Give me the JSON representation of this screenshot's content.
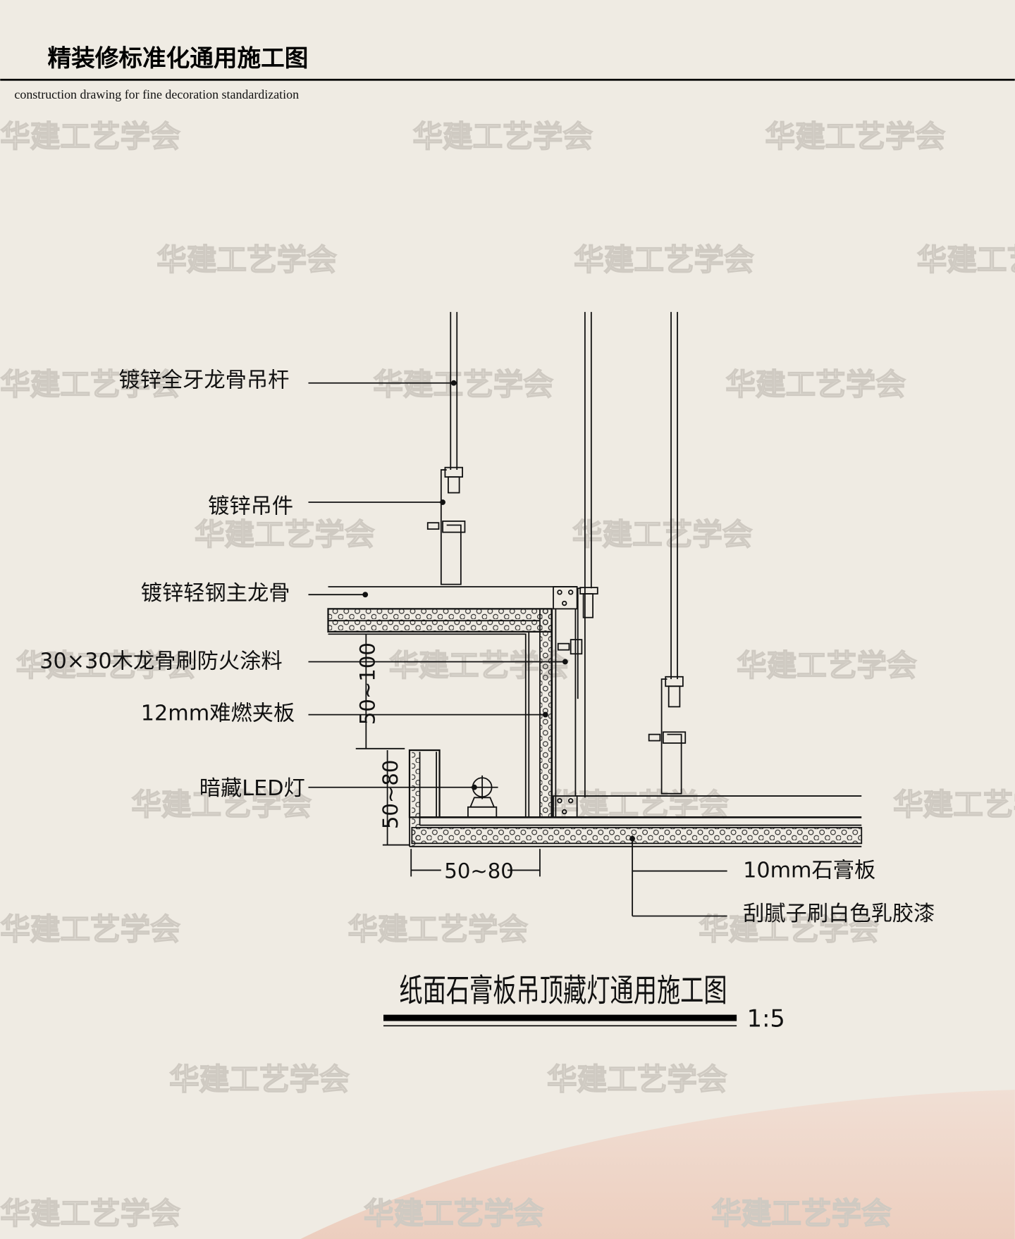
{
  "header": {
    "title": "精装修标准化通用施工图",
    "subtitle": "construction drawing for fine decoration standardization"
  },
  "watermark": "华建工艺学会",
  "labels": {
    "rod": "镀锌全牙龙骨吊杆",
    "hanger": "镀锌吊件",
    "main_runner": "镀锌轻钢主龙骨",
    "wood_keel": "30×30木龙骨刷防火涂料",
    "plywood": "12mm难燃夹板",
    "led": "暗藏LED灯",
    "gypsum": "10mm石膏板",
    "paint": "刮腻子刷白色乳胶漆"
  },
  "dimensions": {
    "drop": "50~100",
    "slot_height": "50~80",
    "slot_width": "50~80"
  },
  "drawing": {
    "title": "纸面石膏板吊顶藏灯通用施工图",
    "scale": "1:5"
  },
  "colors": {
    "background": "#efebe3",
    "accent_blob": "#f0d5c8",
    "ink": "#111111"
  }
}
